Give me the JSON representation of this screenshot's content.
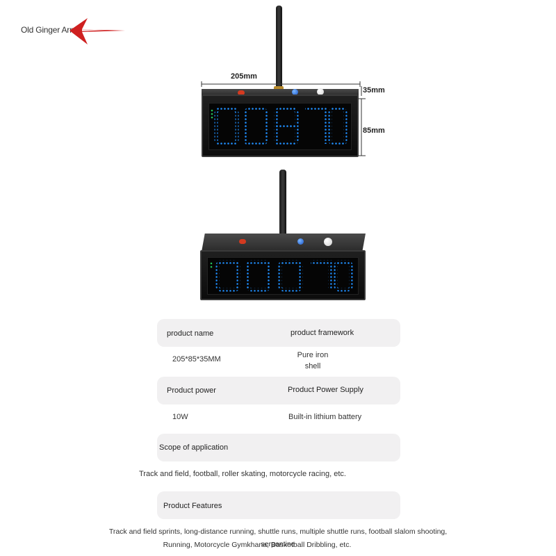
{
  "brand": {
    "name": "Old Ginger Army",
    "mark_color": "#cf2020"
  },
  "product_images": {
    "dimensions": {
      "width": "205mm",
      "depth": "35mm",
      "height": "85mm"
    },
    "led_color": "#1f8fff",
    "status_led_color": "#22c25a"
  },
  "specs": {
    "row1": {
      "label_left": "product name",
      "label_right": "product framework",
      "value_left": "205*85*35MM",
      "value_right_line1": "Pure iron",
      "value_right_line2": "shell"
    },
    "row2": {
      "label_left": "Product power",
      "label_right": "Product Power Supply",
      "value_left": "10W",
      "value_right": "Built-in lithium battery"
    },
    "row3": {
      "label": "Scope of application",
      "value": "Track and field, football, roller skating, motorcycle racing, etc."
    },
    "row4": {
      "label": "Product Features",
      "value_line1": "Track and field sprints, long-distance running, shuttle runs, multiple shuttle runs, football slalom shooting, serpentine",
      "value_line2": "Running, Motorcycle Gymkhana, Basketball Dribbling, etc."
    }
  }
}
